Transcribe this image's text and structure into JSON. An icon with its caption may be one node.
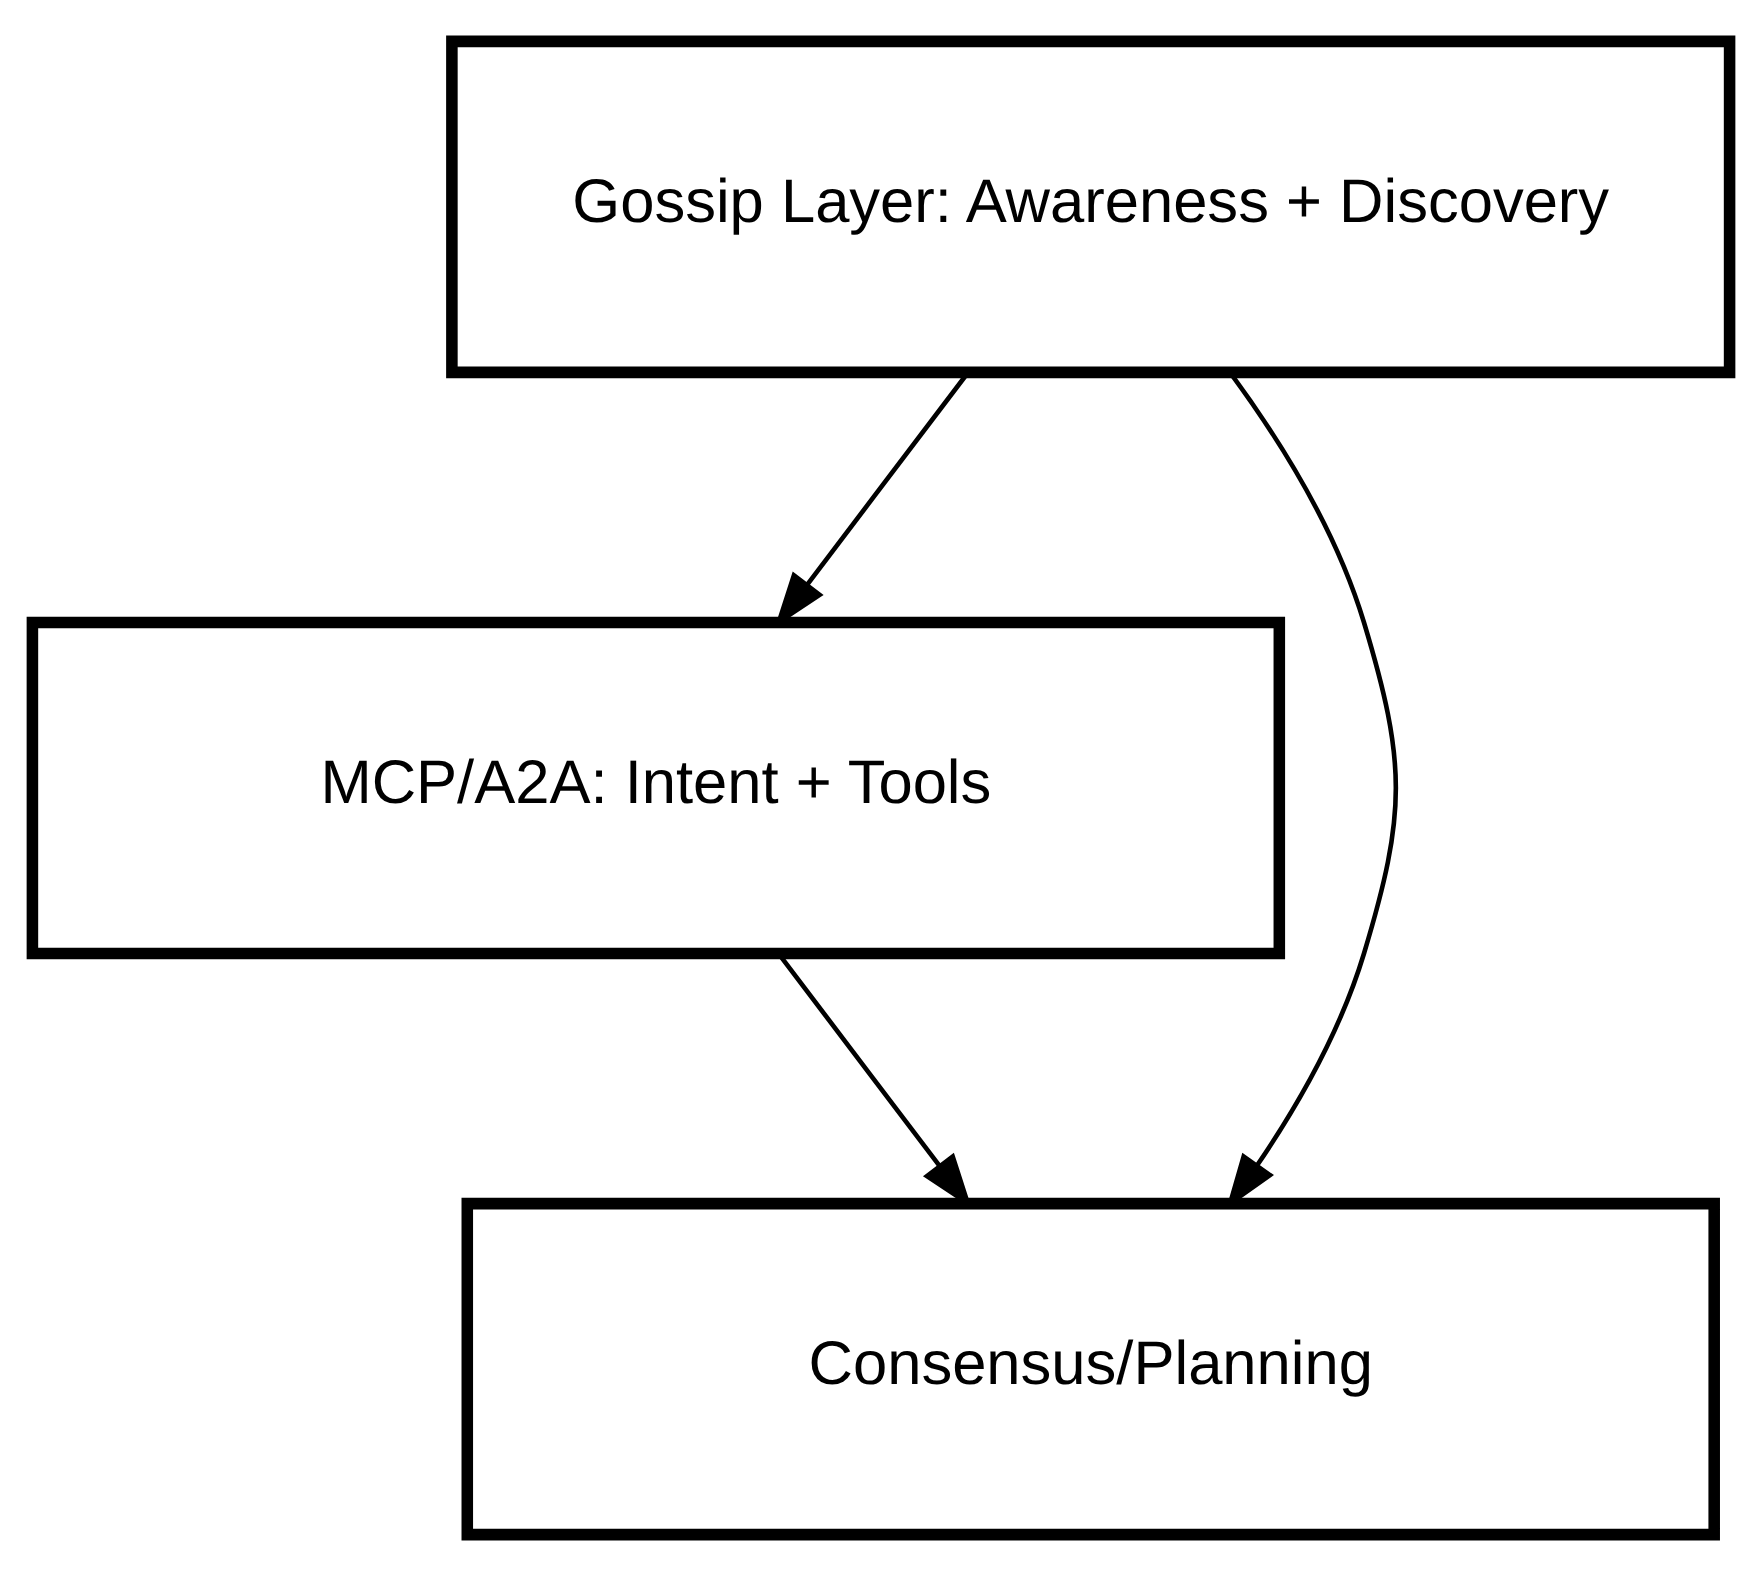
{
  "diagram": {
    "nodes": [
      {
        "text": [
          "Gossip Layer: Awareness + Discovery"
        ]
      },
      {
        "text": [
          "MCP/A2A: Intent + Tools"
        ]
      },
      {
        "text": [
          "Consensus/Planning"
        ]
      }
    ],
    "edges": [
      {
        "from": 0,
        "to": 1,
        "arrow": "to"
      },
      {
        "from": 1,
        "to": 2,
        "arrow": "to"
      },
      {
        "from": 0,
        "to": 2,
        "arrow": "to"
      }
    ]
  }
}
